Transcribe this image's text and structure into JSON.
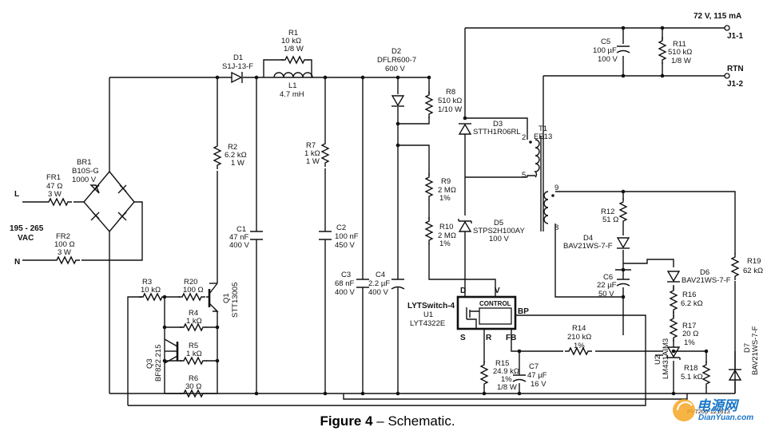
{
  "caption": {
    "bold": "Figure 4",
    "rest": " – Schematic."
  },
  "input": {
    "line": "L",
    "neutral": "N",
    "voltage": "195 - 265",
    "vac": "VAC"
  },
  "output": {
    "voltage": "72 V, 115 mA",
    "j11": "J1-1",
    "rtn": "RTN",
    "j12": "J1-2"
  },
  "parts": {
    "fr1": [
      "FR1",
      "47 Ω",
      "3 W"
    ],
    "fr2": [
      "FR2",
      "100 Ω",
      "3 W"
    ],
    "br1": [
      "BR1",
      "B10S-G",
      "1000 V"
    ],
    "d1": [
      "D1",
      "S1J-13-F"
    ],
    "r1": [
      "R1",
      "10 kΩ",
      "1/8 W"
    ],
    "l1": [
      "L1",
      "4.7 mH"
    ],
    "d2": [
      "D2",
      "DFLR600-7",
      "600 V"
    ],
    "r8": [
      "R8",
      "510 kΩ",
      "1/10 W"
    ],
    "r2": [
      "R2",
      "6.2 kΩ",
      "1 W"
    ],
    "r7": [
      "R7",
      "1 kΩ",
      "1 W"
    ],
    "c1": [
      "C1",
      "47 nF",
      "400 V"
    ],
    "c2": [
      "C2",
      "100 nF",
      "450 V"
    ],
    "c3": [
      "C3",
      "68 nF",
      "400 V"
    ],
    "c4": [
      "C4",
      "2.2 µF",
      "400 V"
    ],
    "q1": [
      "Q1",
      "STT13005"
    ],
    "r3": [
      "R3",
      "10 kΩ"
    ],
    "r20": [
      "R20",
      "100 Ω"
    ],
    "r4": [
      "R4",
      "1 kΩ"
    ],
    "r5": [
      "R5",
      "1 kΩ"
    ],
    "r6": [
      "R6",
      "30 Ω"
    ],
    "q3": [
      "Q3",
      "BF822.215"
    ],
    "r9": [
      "R9",
      "2 MΩ",
      "1%"
    ],
    "r10": [
      "R10",
      "2 MΩ",
      "1%"
    ],
    "d3": [
      "D3",
      "STTH1R06RL"
    ],
    "d5": [
      "D5",
      "STPS2H100AY",
      "100 V"
    ],
    "t1": [
      "T1",
      "EE13"
    ],
    "c5": [
      "C5",
      "100 µF",
      "100 V"
    ],
    "r11": [
      "R11",
      "510 kΩ",
      "1/8 W"
    ],
    "r12": [
      "R12",
      "51 Ω"
    ],
    "d4": [
      "D4",
      "BAV21WS-7-F"
    ],
    "c6": [
      "C6",
      "22 µF",
      "50 V"
    ],
    "d6": [
      "D6",
      "BAV21WS-7-F"
    ],
    "r16": [
      "R16",
      "6.2 kΩ"
    ],
    "r17": [
      "R17",
      "20 Ω",
      "1%"
    ],
    "r19": [
      "R19",
      "62 kΩ"
    ],
    "u2": [
      "U2",
      "LM431AIM3"
    ],
    "r18": [
      "R18",
      "5.1 kΩ"
    ],
    "d7": [
      "D7",
      "BAV21WS-7-F"
    ],
    "r14": [
      "R14",
      "210 kΩ",
      "1%"
    ],
    "r15": [
      "R15",
      "24.9 kΩ",
      "1%",
      "1/8 W"
    ],
    "c7": [
      "C7",
      "47 µF",
      "16 V"
    ],
    "u1": [
      "LYTSwitch-4",
      "U1",
      "LYT4322E"
    ]
  },
  "pins": {
    "d": "D",
    "v": "V",
    "s": "S",
    "r": "R",
    "fb": "FB",
    "bp": "BP",
    "control": "CONTROL",
    "t1_2": "2",
    "t1_5": "5",
    "t1_9": "9",
    "t1_8": "8"
  },
  "pi_code": "PI-7200-121613",
  "watermark": {
    "cn": "电源网",
    "en": "DianYuan.com"
  }
}
